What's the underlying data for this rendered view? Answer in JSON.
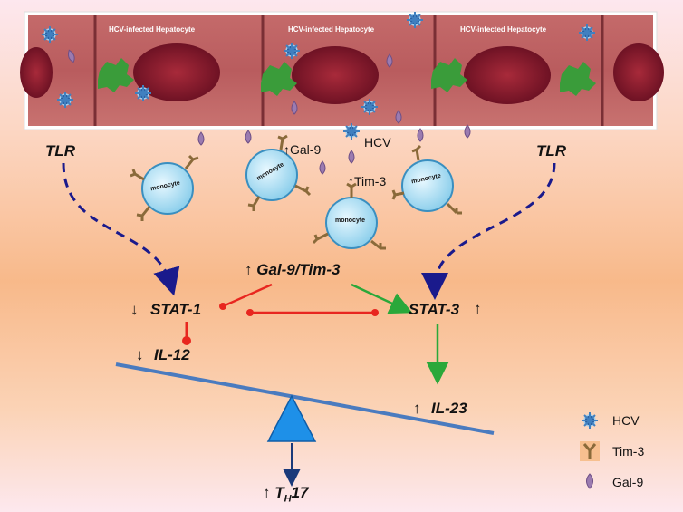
{
  "header": {
    "hepatocyte_labels": [
      "HCV-infected Hepatocyte",
      "HCV-infected Hepatocyte",
      "HCV-infected Hepatocyte"
    ]
  },
  "labels": {
    "tlr_left": "TLR",
    "tlr_right": "TLR",
    "gal9_up": "↑Gal-9",
    "hcv": "HCV",
    "tim3_up": "↑Tim-3",
    "monocyte": "monocyte",
    "gal9_tim3": "↑ Gal-9/Tim-3",
    "stat1_arrow": "↓",
    "stat1": "STAT-1",
    "stat3": "STAT-3",
    "stat3_arrow": "↑",
    "il12_arrow": "↓",
    "il12": "IL-12",
    "il23_arrow": "↑",
    "il23": "IL-23",
    "th17_arrow": "↑",
    "th17_T": "T",
    "th17_sub": "H",
    "th17_num": "17"
  },
  "legend": {
    "items": [
      {
        "icon": "hcv-virus-icon",
        "label": "HCV"
      },
      {
        "icon": "tim3-receptor-icon",
        "label": "Tim-3"
      },
      {
        "icon": "gal9-drop-icon",
        "label": "Gal-9"
      }
    ]
  },
  "colors": {
    "tlr_path": "#1a1a8c",
    "inhibition": "#e8261f",
    "activation": "#2aa83a",
    "seesaw": "#4a7bbf",
    "fulcrum": "#1e90e8",
    "monocyte": "#a6dcf2",
    "hepatocyte_cell": "#b85a5a"
  }
}
